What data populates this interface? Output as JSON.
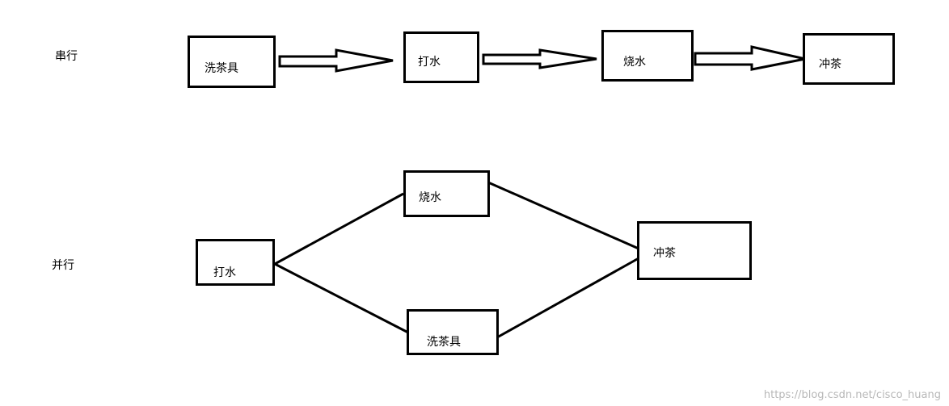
{
  "serial": {
    "label": "串行",
    "steps": [
      "洗茶具",
      "打水",
      "烧水",
      "冲茶"
    ]
  },
  "parallel": {
    "label": "并行",
    "start": "打水",
    "branch_top": "烧水",
    "branch_bottom": "洗茶具",
    "end": "冲茶"
  },
  "watermark": "https://blog.csdn.net/cisco_huang"
}
